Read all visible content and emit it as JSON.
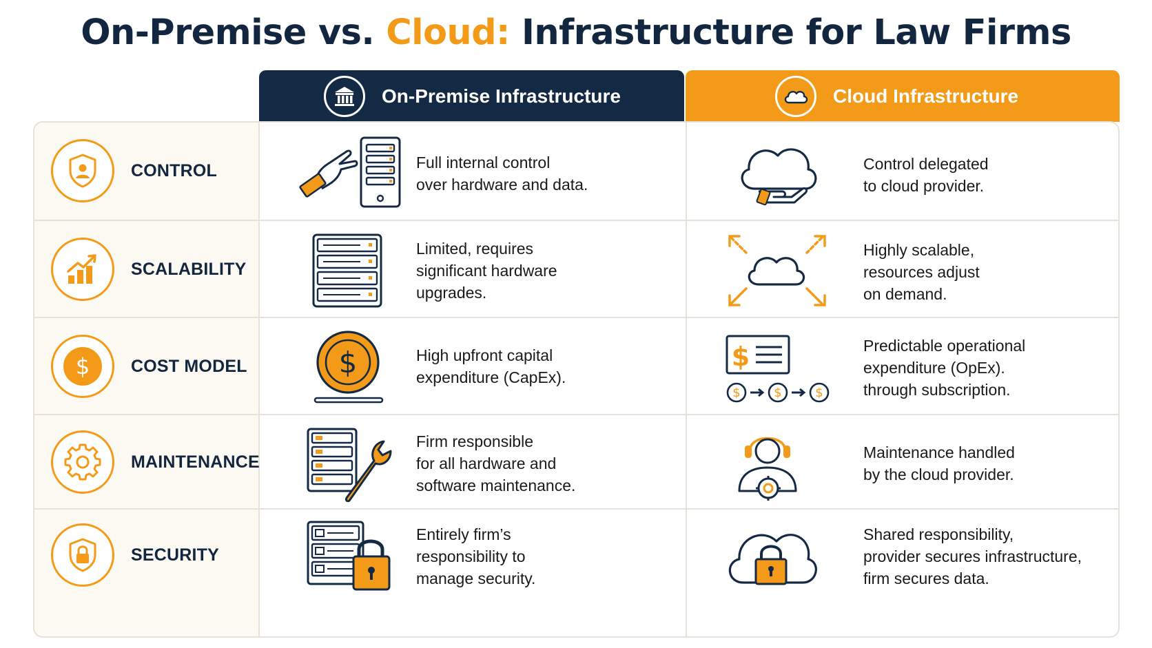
{
  "title": {
    "part1": "On-Premise vs. ",
    "part2": "Cloud:",
    "part3": " Infrastructure for Law Firms"
  },
  "colors": {
    "navy": "#142a44",
    "orange": "#f39b18",
    "label_bg": "#fcf8f2",
    "border": "#e7e2d9"
  },
  "columns": {
    "onprem": {
      "label": "On-Premise Infrastructure",
      "icon": "bank-building-icon"
    },
    "cloud": {
      "label": "Cloud Infrastructure",
      "icon": "cloud-icon"
    }
  },
  "rows": [
    {
      "label": "CONTROL",
      "icon": "shield-user-icon",
      "onprem": "Full internal control\nover hardware and data.",
      "onprem_icon": "hand-server-icon",
      "cloud": "Control delegated\nto cloud provider.",
      "cloud_icon": "cloud-hand-icon"
    },
    {
      "label": "SCALABILITY",
      "icon": "growth-chart-icon",
      "onprem": "Limited, requires\nsignificant hardware\nupgrades.",
      "onprem_icon": "server-rack-icon",
      "cloud": "Highly scalable,\nresources adjust\non demand.",
      "cloud_icon": "cloud-expand-icon"
    },
    {
      "label": "COST MODEL",
      "icon": "dollar-icon",
      "onprem": "High upfront capital\nexpenditure (CapEx).",
      "onprem_icon": "coin-icon",
      "cloud": "Predictable operational\nexpenditure (OpEx).\nthrough subscription.",
      "cloud_icon": "invoice-payments-icon"
    },
    {
      "label": "MAINTENANCE",
      "icon": "gear-icon",
      "onprem": "Firm responsible\nfor all hardware and\nsoftware maintenance.",
      "onprem_icon": "server-wrench-icon",
      "cloud": "Maintenance handled\nby the cloud provider.",
      "cloud_icon": "support-agent-icon"
    },
    {
      "label": "SECURITY",
      "icon": "shield-lock-icon",
      "onprem": "Entirely firm’s\nresponsibility to\nmanage security.",
      "onprem_icon": "server-lock-icon",
      "cloud": "Shared responsibility,\nprovider secures infrastructure,\nfirm secures data.",
      "cloud_icon": "cloud-lock-icon"
    }
  ]
}
